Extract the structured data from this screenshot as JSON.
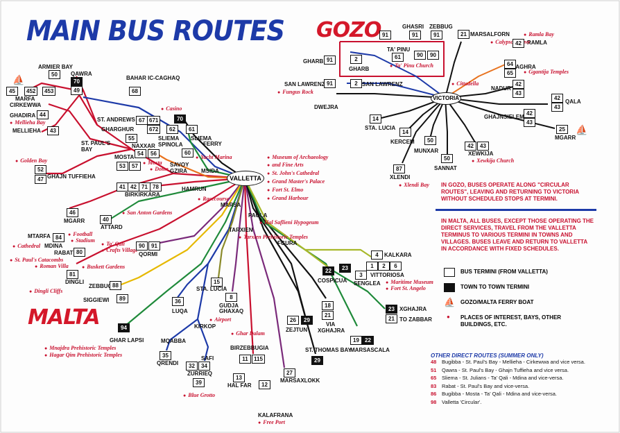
{
  "titles": {
    "main": "MAIN BUS ROUTES",
    "gozo": "GOZO",
    "malta": "MALTA"
  },
  "hubs": {
    "valletta": "VALLETTA",
    "victoria": "VICTORIA"
  },
  "places": [
    "ARMIER BAY",
    "QAWRA",
    "BAHAR IC-CAGHAQ",
    "MARFA",
    "CIRKEWWA",
    "GHADIRA",
    "MELLIEHA",
    "ST. ANDREWS",
    "GHARGHUR",
    "SLIEMA",
    "FERRY",
    "SLIEMA",
    "SPINOLA",
    "ST. PAUL'S",
    "BAY",
    "NAXXAR",
    "MOSTA",
    "GZIRA",
    "MSIDA",
    "SAVOY",
    "GHAJN TUFFIEHA",
    "HAMRUN",
    "BIRKIRKARA",
    "MGARR",
    "ATTARD",
    "MARSA",
    "PAOLA",
    "TARXIEN",
    "FGURA",
    "MTARFA",
    "MDINA",
    "RABAT",
    "QORMI",
    "DINGLI",
    "ZEBBUG",
    "SIGGIEWI",
    "STA. LUCIA",
    "GUDJA",
    "GHAXAQ",
    "LUQA",
    "KIRKOP",
    "GHAR LAPSI",
    "MQABBA",
    "QRENDI",
    "SAFI",
    "ZURRIEQ",
    "BIRZEBBUGIA",
    "HAL FAR",
    "KALAFRANA",
    "MARSAXLOKK",
    "ST. THOMAS BAY",
    "ZEJTUN",
    "VIA",
    "XGHAJRA",
    "MARSASCALA",
    "COSPICUA",
    "SENGLEA",
    "VITTORIOSA",
    "KALKARA",
    "XGHAJRA",
    "TO ZABBAR",
    "GHASRI",
    "ZEBBUG",
    "MARSALFORN",
    "RAMLA",
    "TA' PINU",
    "GHARB",
    "SAN LAWRENZ",
    "DWEJRA",
    "XAGHRA",
    "NADUR",
    "QALA",
    "GHAJNSIELEM",
    "MGARR",
    "STA. LUCIA",
    "KERCEM",
    "XEWKIJA",
    "MUNXAR",
    "SANNAT",
    "XLENDI",
    "GHARB",
    "SAN LAWRENZ"
  ],
  "places_of_interest": [
    "Casino",
    "Yacht Marina",
    "Museum of Archaeology",
    "and Fine Arts",
    "St. John's Cathedral",
    "Grand Master's Palace",
    "Fort St. Elmo",
    "Grand Harbour",
    "Mellieha Bay",
    "Golden Bay",
    "Mosta",
    "Dome",
    "Racecourse",
    "Hal Saflieni Hypogeum",
    "Tarxien Prehistoric Temples",
    "San Anton Gardens",
    "Football",
    "Stadium",
    "Cathedral",
    "Ta' Qali",
    "Crafts Village",
    "St. Paul's Catacombs",
    "Roman Villa",
    "Buskett Gardens",
    "Dingli Cliffs",
    "Airport",
    "Ghar Dalam",
    "Mnajdra Prehistoric Temples",
    "Hagar Qim Prehistoric Temples",
    "Blue Grotto",
    "Free Port",
    "Maritime Museum",
    "Fort St. Angelo",
    "Ramla Bay",
    "Calypso's Cave",
    "Ta' Pinu Church",
    "Cittadella",
    "Fungus Rock",
    "Ggantija Temples",
    "Xewkija Church",
    "Xlendi Bay"
  ],
  "route_boxes": [
    "50",
    "70",
    "49",
    "45",
    "452",
    "453",
    "44",
    "43",
    "68",
    "67",
    "671",
    "70",
    "672",
    "62",
    "61",
    "55",
    "54",
    "56",
    "60",
    "53",
    "57",
    "52",
    "47",
    "41",
    "42",
    "71",
    "78",
    "46",
    "40",
    "84",
    "80",
    "90",
    "91",
    "81",
    "88",
    "89",
    "15",
    "8",
    "36",
    "94",
    "35",
    "32",
    "34",
    "39",
    "11",
    "115",
    "13",
    "12",
    "27",
    "29",
    "26",
    "29",
    "18",
    "21",
    "19",
    "22",
    "22",
    "23",
    "3",
    "4",
    "1",
    "2",
    "6",
    "23",
    "21",
    "91",
    "91",
    "91",
    "21",
    "42",
    "61",
    "90",
    "90",
    "2",
    "91",
    "2",
    "91",
    "64",
    "65",
    "42",
    "43",
    "42",
    "43",
    "42",
    "43",
    "25",
    "14",
    "14",
    "50",
    "42",
    "43",
    "87",
    "50"
  ],
  "gozo_info": "IN GOZO, BUSES OPERATE ALONG \"CIRCULAR ROUTES\", LEAVING AND RETURNING TO VICTORIA WITHOUT SCHEDULED STOPS AT TERMINI.",
  "malta_info": "IN MALTA, ALL BUSES, EXCEPT THOSE OPERATING THE DIRECT SERVICES, TRAVEL FROM THE VALLETTA TERMINUS TO VARIOUS TERMINI IN TOWNS AND VILLAGES. BUSES LEAVE AND RETURN TO VALLETTA IN ACCORDANCE WITH FIXED SCHEDULES.",
  "legend": {
    "bus_termini": "BUS TERMINI (FROM VALLETTA)",
    "town_termini": "TOWN TO TOWN TERMINI",
    "ferry": "GOZO/MALTA FERRY BOAT",
    "poi": "PLACES OF INTEREST, BAYS, OTHER BUILDINGS, ETC."
  },
  "other_routes": {
    "title": "OTHER DIRECT ROUTES (SUMMER ONLY)",
    "rows": [
      {
        "num": "48",
        "text": "Bugibba - St. Paul's Bay - Mellieha - Cirkewwa and vice versa."
      },
      {
        "num": "51",
        "text": "Qawra - St. Paul's Bay - Ghajn Tuffieha and vice versa."
      },
      {
        "num": "65",
        "text": "Sliema - St. Julians - Ta' Qali - Mdina and vice-versa."
      },
      {
        "num": "83",
        "text": "Rabat - St. Paul's Bay and vice-versa."
      },
      {
        "num": "86",
        "text": "Bugibba - Mosta - Ta' Qali - Mdina and vice-versa."
      },
      {
        "num": "98",
        "text": "Valletta 'Circular'."
      }
    ]
  },
  "colors": {
    "title_blue": "#1d3aa8",
    "accent_red": "#c8102e",
    "ink": "#111111"
  }
}
